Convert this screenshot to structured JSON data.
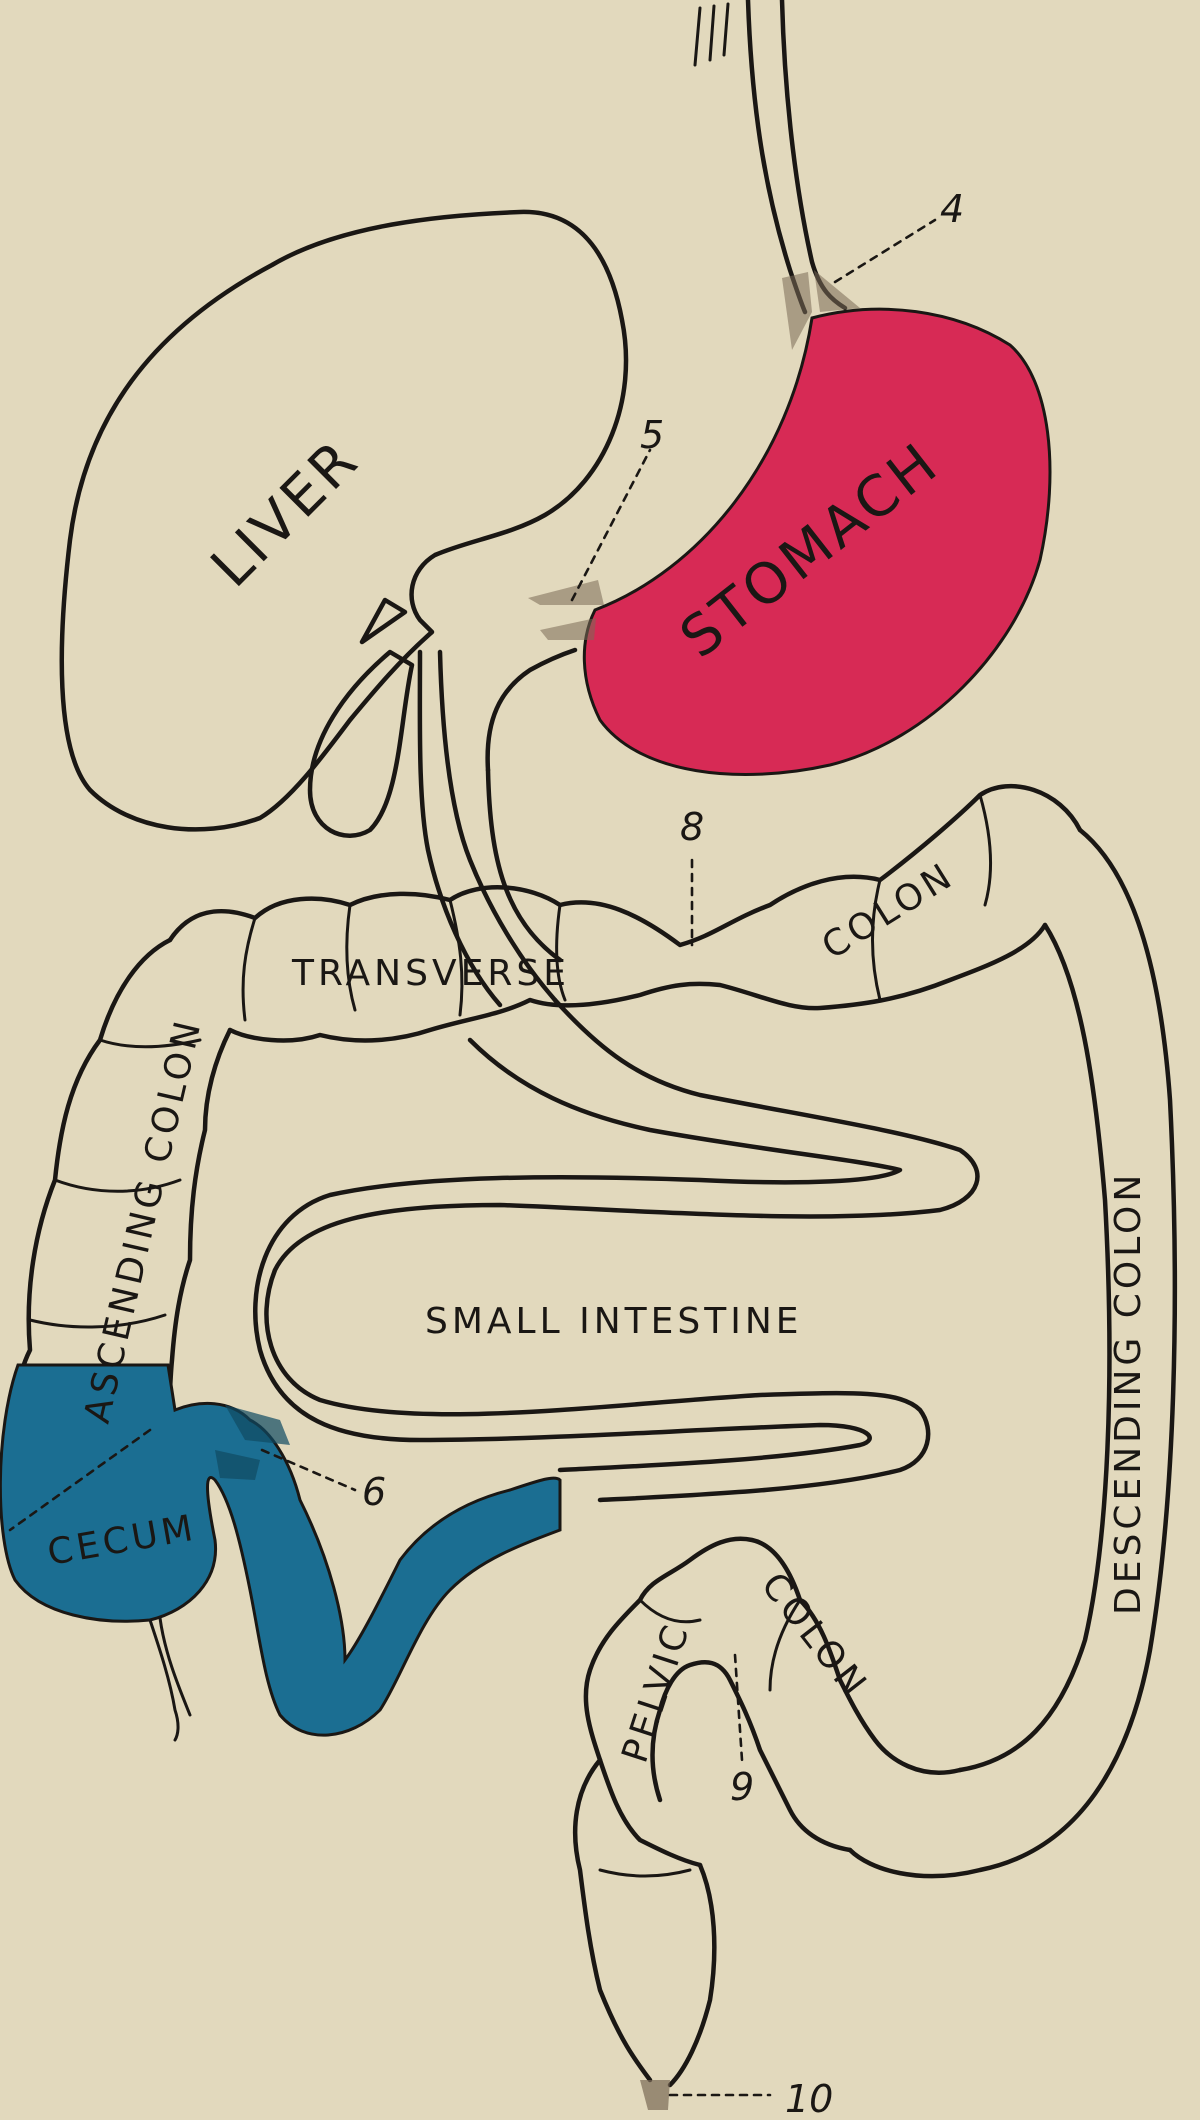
{
  "colors": {
    "paper": "#e2d9bd",
    "ink": "#1a1714",
    "stomach": "#d72a55",
    "cecum_region": "#1b6e92"
  },
  "labels": {
    "liver": "LIVER",
    "stomach": "STOMACH",
    "transverse": "TRANSVERSE",
    "colon_upper": "COLON",
    "ascending_colon": "ASCENDING COLON",
    "small_intestine": "SMALL INTESTINE",
    "descending_colon": "DESCENDING COLON",
    "cecum": "CECUM",
    "pelvic": "PELVIC",
    "colon_pelvic": "COLON"
  },
  "markers": {
    "m4": "4",
    "m5": "5",
    "m6": "6",
    "m8": "8",
    "m9": "9",
    "m10": "10"
  }
}
